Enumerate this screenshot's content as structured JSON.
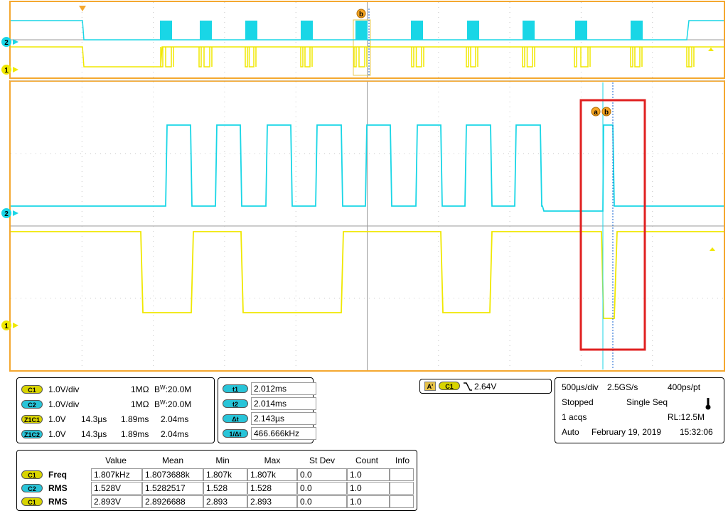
{
  "colors": {
    "ch1": "#f0e800",
    "ch2": "#19d6e6",
    "frame": "#f4a830",
    "marker_box": "#e02020"
  },
  "overview": {
    "cursor_b_label": "b",
    "ch1_marker": "1",
    "ch2_marker": "2"
  },
  "main": {
    "cursor_a_label": "a",
    "cursor_b_label": "b",
    "ch1_marker": "1",
    "ch2_marker": "2"
  },
  "channels": [
    {
      "pill": "C1",
      "scale": "1.0V/div",
      "impedance": "1MΩ",
      "bw_prefix": "B",
      "bw_sub": "W",
      "bw_value": ":20.0M"
    },
    {
      "pill": "C2",
      "scale": "1.0V/div",
      "impedance": "1MΩ",
      "bw_prefix": "B",
      "bw_sub": "W",
      "bw_value": ":20.0M"
    },
    {
      "pill": "Z1C1",
      "scale": "1.0V",
      "position": "14.3µs",
      "a": "1.89ms",
      "b": "2.04ms"
    },
    {
      "pill": "Z1C2",
      "scale": "1.0V",
      "position": "14.3µs",
      "a": "1.89ms",
      "b": "2.04ms"
    }
  ],
  "cursors": [
    {
      "pill": "t1",
      "value": "2.012ms"
    },
    {
      "pill": "t2",
      "value": "2.014ms"
    },
    {
      "pill": "Δt",
      "value": "2.143µs"
    },
    {
      "pill": "1/Δt",
      "value": "466.666kHz"
    }
  ],
  "trigger": {
    "source_icon": "A'",
    "channel": "C1",
    "slope": "falling-edge-icon",
    "level": "2.64V"
  },
  "acquisition": {
    "timebase": "500µs/div",
    "sample_rate": "2.5GS/s",
    "resolution": "400ps/pt",
    "state": "Stopped",
    "mode": "Single Seq",
    "acqs": "1 acqs",
    "record_length": "RL:12.5M",
    "trigger_mode": "Auto",
    "date": "February 19, 2019",
    "time": "15:32:06"
  },
  "measurements": {
    "headers": [
      "Value",
      "Mean",
      "Min",
      "Max",
      "St Dev",
      "Count",
      "Info"
    ],
    "rows": [
      {
        "pill": "C1",
        "name": "Freq",
        "value": "1.807kHz",
        "mean": "1.8073688k",
        "min": "1.807k",
        "max": "1.807k",
        "stdev": "0.0",
        "count": "1.0",
        "info": ""
      },
      {
        "pill": "C2",
        "name": "RMS",
        "value": "1.528V",
        "mean": "1.5282517",
        "min": "1.528",
        "max": "1.528",
        "stdev": "0.0",
        "count": "1.0",
        "info": ""
      },
      {
        "pill": "C1",
        "name": "RMS",
        "value": "2.893V",
        "mean": "2.8926688",
        "min": "2.893",
        "max": "2.893",
        "stdev": "0.0",
        "count": "1.0",
        "info": ""
      }
    ]
  }
}
